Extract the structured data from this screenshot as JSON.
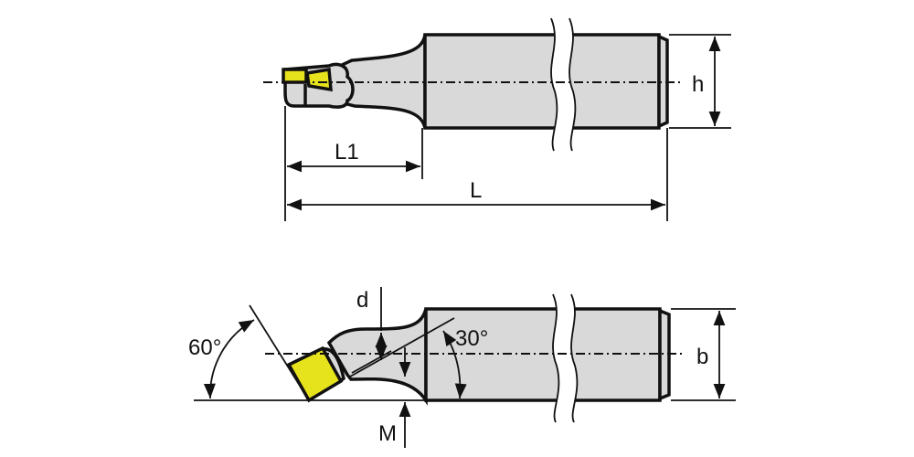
{
  "title": "Boring bar dimension drawing",
  "colors": {
    "body": "#d9d9d9",
    "insert": "#e6e21c",
    "line": "#111111"
  },
  "top_view": {
    "labels": {
      "h": "h",
      "L1": "L1",
      "L": "L"
    }
  },
  "bottom_view": {
    "labels": {
      "d": "d",
      "M": "M",
      "b": "b",
      "angle_60": "60°",
      "angle_30": "30°"
    }
  }
}
